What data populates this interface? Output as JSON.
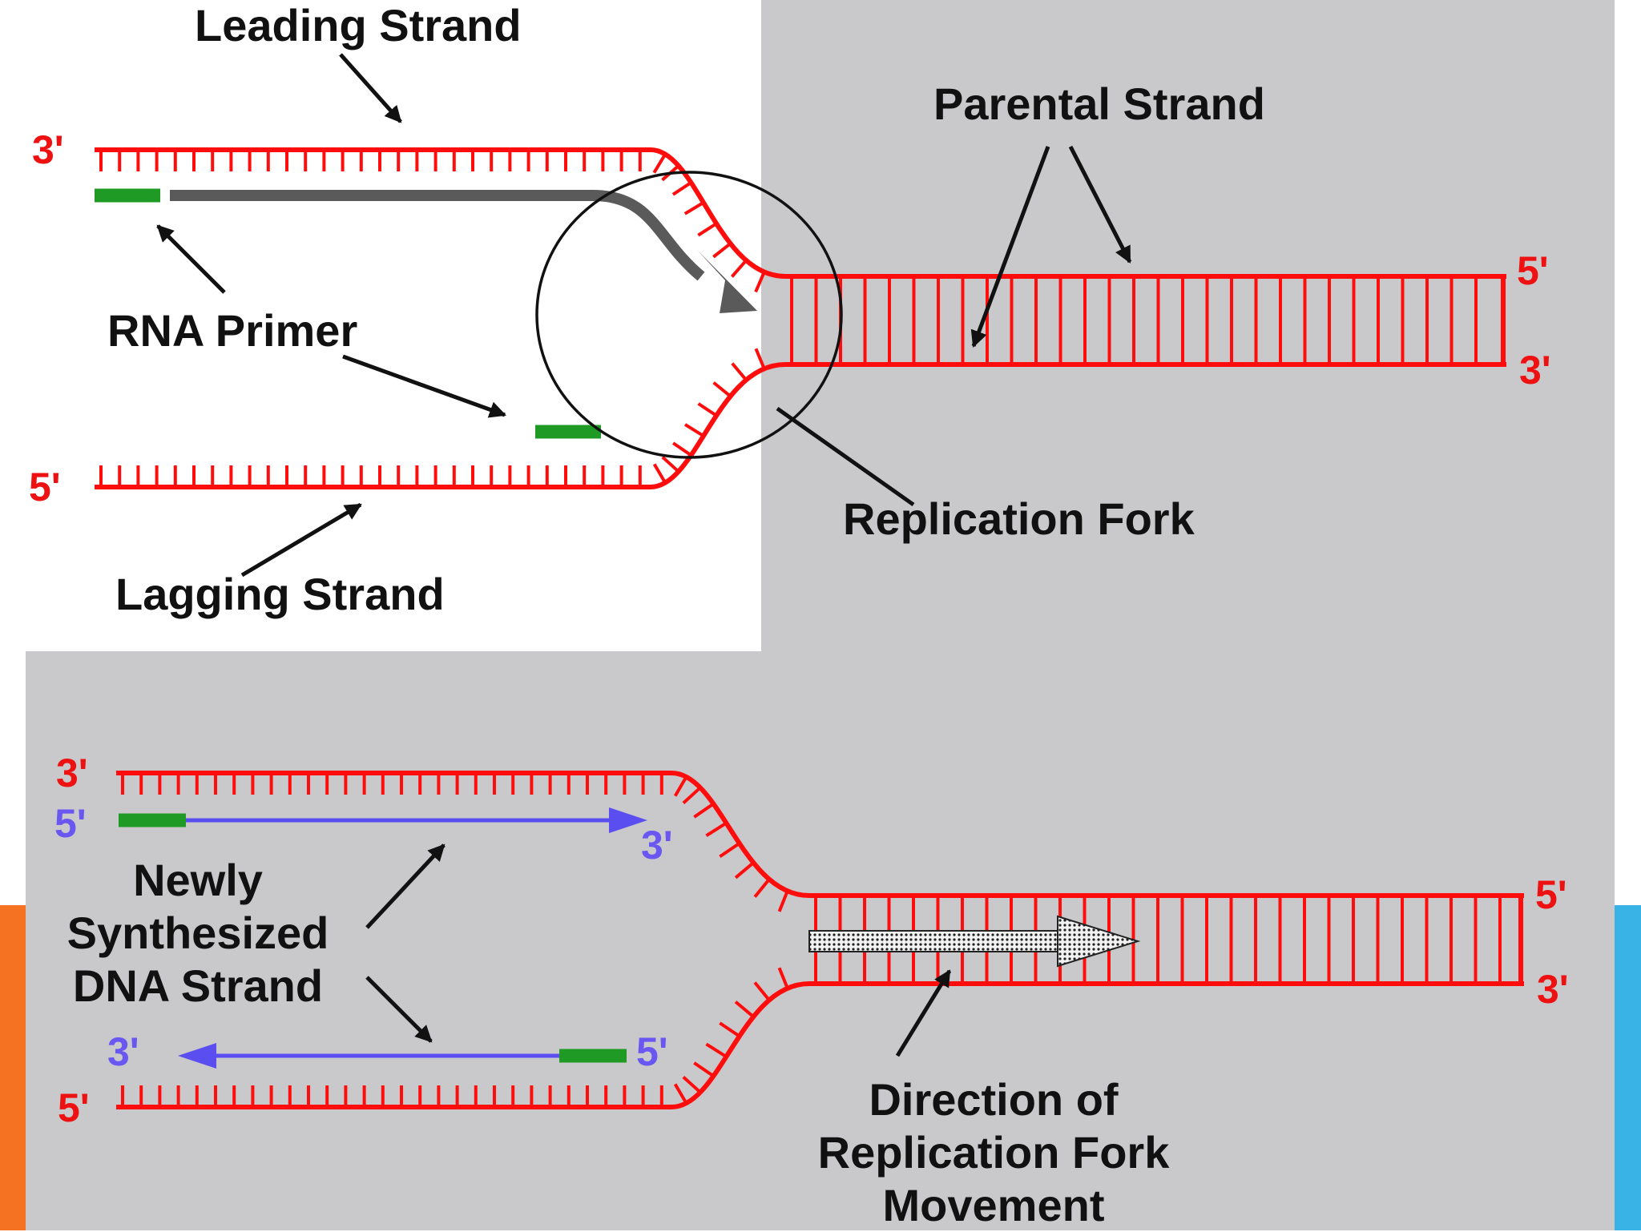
{
  "colors": {
    "dna_strand": "#ff0d0d",
    "primer": "#1f9a24",
    "new_strand": "#5a4ef0",
    "path_arrow": "#5a5a5a",
    "label_arrow": "#111111",
    "panel_gray": "#c9c9cb",
    "accent_orange": "#f57222",
    "accent_blue": "#39b3e6"
  },
  "top_panel": {
    "leading_strand": "Leading Strand",
    "parental_strand": "Parental Strand",
    "rna_primer": "RNA Primer",
    "replication_fork": "Replication Fork",
    "lagging_strand": "Lagging Strand",
    "ends": {
      "top_left": "3'",
      "bottom_left": "5'",
      "right_top": "5'",
      "right_bottom": "3'"
    }
  },
  "bottom_panel": {
    "newly_synthesized": [
      "Newly",
      "Synthesized",
      "DNA Strand"
    ],
    "direction_of_fork": [
      "Direction of",
      "Replication Fork",
      "Movement"
    ],
    "ends": {
      "template_top_left": "3'",
      "new_top_left": "5'",
      "new_top_right": "3'",
      "new_bottom_left": "3'",
      "new_bottom_right": "5'",
      "template_bottom_left": "5'",
      "right_top": "5'",
      "right_bottom": "3'"
    }
  }
}
